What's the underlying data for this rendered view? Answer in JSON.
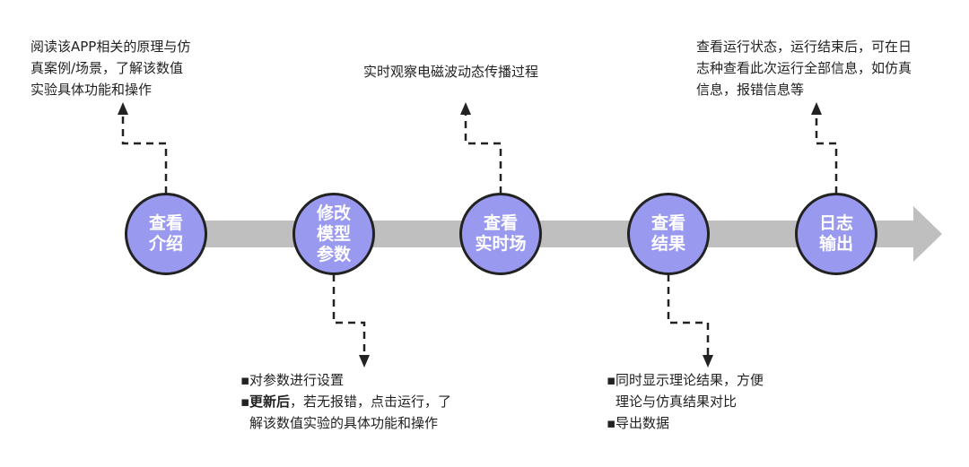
{
  "steps": [
    {
      "label": "查看\n介绍"
    },
    {
      "label": "修改\n模型\n参数"
    },
    {
      "label": "查看\n实时场"
    },
    {
      "label": "查看\n结果"
    },
    {
      "label": "日志\n输出"
    }
  ],
  "notes": {
    "intro": "阅读该APP相关的原理与仿\n真案例/场景，了解该数值\n实验具体功能和操作",
    "realtime": "实时观察电磁波动态传播过程",
    "log": "查看运行状态，运行结束后，可在日\n志种查看此次运行全部信息，如仿真\n信息，报错信息等",
    "params": {
      "b1": "对参数进行设置",
      "b2_bold": "更新后",
      "b2_rest": "，若无报错，点击运行，了",
      "b2_cont": "解该数值实验的具体功能和操作"
    },
    "results": {
      "b1": "同时显示理论结果，方便",
      "b1_cont": "理论与仿真结果对比",
      "b2": "导出数据"
    }
  },
  "bullet_char": "▪",
  "colors": {
    "node_fill": "#9999f0",
    "arrow_bar": "#bfbfbf",
    "outline": "#222222"
  }
}
